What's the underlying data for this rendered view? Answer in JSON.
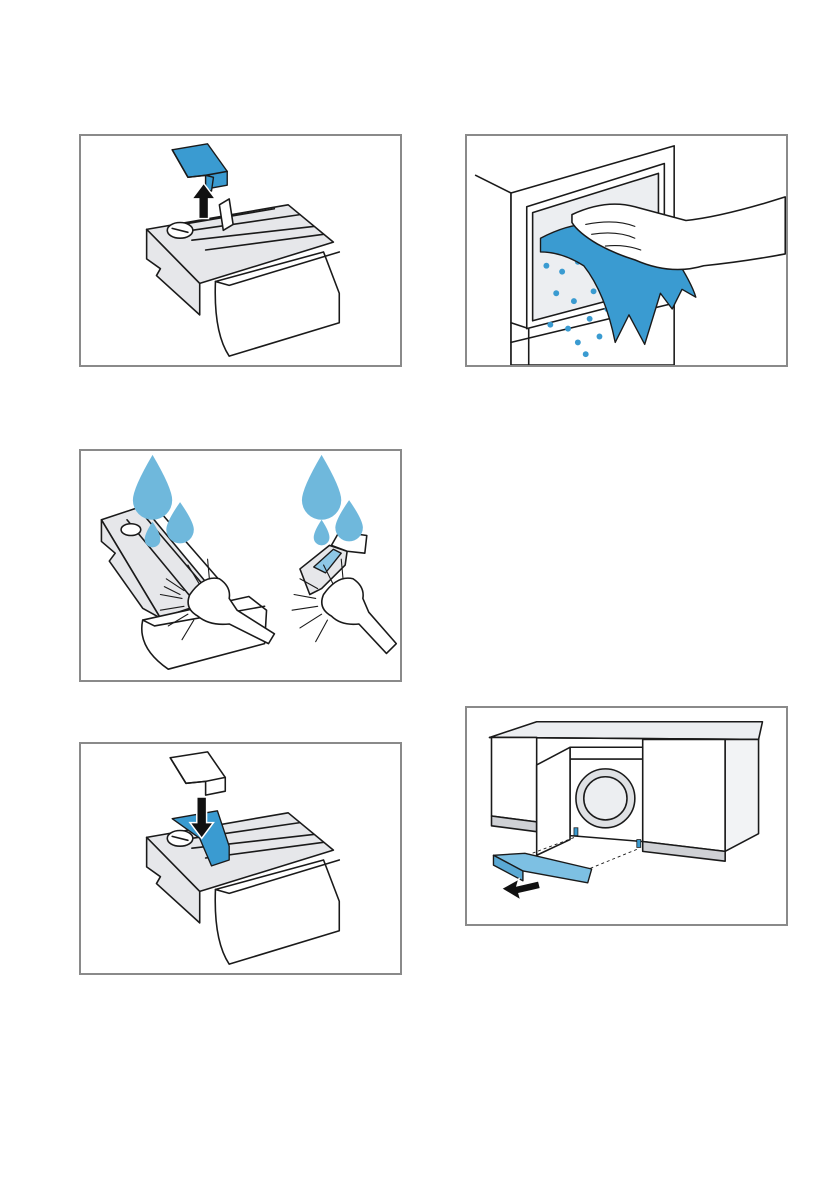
{
  "colors": {
    "accent": "#3a9bd1",
    "accent_light": "#8ec8e6",
    "drop": "#6fb8dc",
    "frame": "#8a8a8a"
  },
  "illustrations": [
    {
      "id": "p1",
      "icon": "dispenser-remove-insert-icon"
    },
    {
      "id": "p2",
      "icon": "wipe-drawer-recess-icon"
    },
    {
      "id": "p3",
      "icon": "rinse-brush-dispenser-icon"
    },
    {
      "id": "p4",
      "icon": "dispenser-reinsert-insert-icon"
    },
    {
      "id": "p5",
      "icon": "remove-plinth-icon"
    }
  ]
}
